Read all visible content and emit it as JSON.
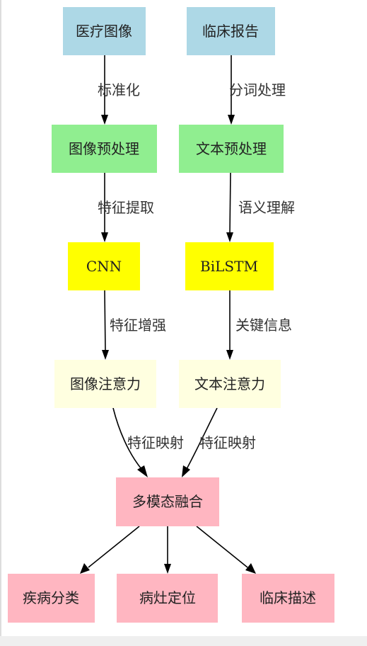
{
  "colors": {
    "input": "#add8e6",
    "preprocess": "#90ee90",
    "model": "#ffff00",
    "attention": "#ffffe0",
    "output": "#ffb6c1"
  },
  "nodes": {
    "medical_image": "医疗图像",
    "clinical_report": "临床报告",
    "image_preprocess": "图像预处理",
    "text_preprocess": "文本预处理",
    "cnn": "CNN",
    "bilstm": "BiLSTM",
    "image_attention": "图像注意力",
    "text_attention": "文本注意力",
    "fusion": "多模态融合",
    "disease_classification": "疾病分类",
    "lesion_localization": "病灶定位",
    "clinical_description": "临床描述"
  },
  "edges": {
    "normalize": "标准化",
    "tokenize": "分词处理",
    "feature_extract": "特征提取",
    "semantic": "语义理解",
    "feature_enhance": "特征增强",
    "key_info": "关键信息",
    "feature_map_left": "特征映射",
    "feature_map_right": "特征映射"
  }
}
